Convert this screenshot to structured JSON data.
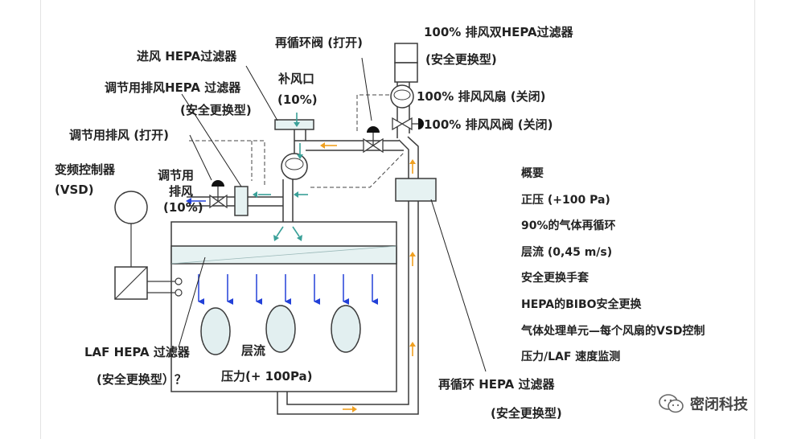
{
  "labels": {
    "supply_hepa": "进风 HEPA过滤器",
    "recirc_valve": "再循环阀 (打开)",
    "exhaust_dual_hepa_1": "100% 排风双HEPA过滤器",
    "exhaust_dual_hepa_2": "(安全更换型)",
    "makeup_air_1": "补风口",
    "makeup_air_2": "(10%)",
    "adj_exhaust_hepa_1": "调节用排风HEPA 过滤器",
    "adj_exhaust_hepa_2": "(安全更换型)",
    "exhaust_fan": "100% 排风风扇 (关闭)",
    "exhaust_damper": "100% 排风风阀 (关闭)",
    "adj_exhaust_open": "调节用排风 (打开)",
    "vsd_1": "变频控制器",
    "vsd_2": "(VSD)",
    "adj_exhaust_small_1": "调节用",
    "adj_exhaust_small_2": "排风",
    "adj_exhaust_small_3": "(10%)",
    "laf_hepa_1": "LAF HEPA 过滤器",
    "laf_hepa_2": "(安全更换型）？",
    "laminar": "层流",
    "pressure": "压力(+ 100Pa)",
    "recirc_hepa_1": "再循环 HEPA 过滤器",
    "recirc_hepa_2": "(安全更换型)"
  },
  "summary": {
    "items": [
      "概要",
      "正压 (+100 Pa)",
      "90%的气体再循环",
      "层流 (0,45 m/s)",
      "安全更换手套",
      "HEPA的BIBO安全更换",
      "气体处理单元—每个风扇的VSD控制",
      "压力/LAF 速度监测"
    ]
  },
  "watermark": {
    "text": "密闭科技"
  },
  "colors": {
    "line": "#3a3a3a",
    "filter_fill": "#e6f2f2",
    "arrow_blue": "#2240d8",
    "arrow_teal": "#3aa098",
    "arrow_orange": "#f0a020",
    "glove_fill": "#e2eff0"
  }
}
